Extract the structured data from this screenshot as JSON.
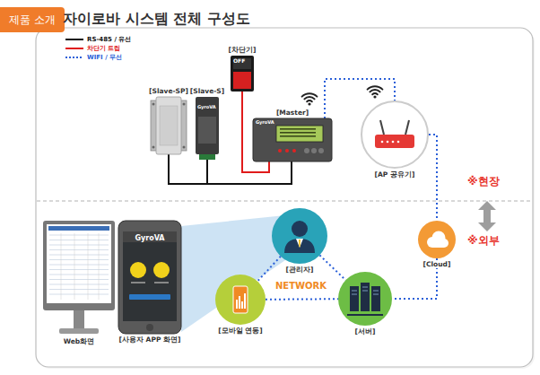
{
  "diagram": {
    "title": "자이로바 시스템 전체 구성도",
    "nodes": [
      {
        "text": [
          "제품 소개"
        ]
      },
      {
        "text": [
          "[차단기]"
        ]
      },
      {
        "text": [
          "[Slave-SP]"
        ]
      },
      {
        "text": [
          "[Slave-S]"
        ]
      },
      {
        "text": [
          "[Master]"
        ]
      },
      {
        "text": [
          "[AP 공유기]"
        ]
      },
      {
        "text": [
          "[관리자]"
        ]
      },
      {
        "text": [
          "[Cloud]"
        ]
      },
      {
        "text": [
          "Web화면"
        ]
      },
      {
        "text": [
          "[사용자 APP 화면]"
        ]
      },
      {
        "text": [
          "[모바일 연동]"
        ]
      },
      {
        "text": [
          "[서버]"
        ]
      }
    ],
    "edges": [
      {
        "from": 2,
        "to": 4,
        "arrow": "none"
      },
      {
        "from": 3,
        "to": 4,
        "arrow": "none"
      },
      {
        "from": 1,
        "to": 4,
        "arrow": "none"
      },
      {
        "from": 4,
        "to": 5,
        "arrow": "none"
      },
      {
        "from": 5,
        "to": 7,
        "arrow": "none"
      },
      {
        "from": 7,
        "to": 11,
        "arrow": "none"
      },
      {
        "from": 6,
        "to": 11,
        "arrow": "none"
      },
      {
        "from": 6,
        "to": 10,
        "arrow": "none"
      },
      {
        "from": 10,
        "to": 11,
        "arrow": "none"
      }
    ],
    "labels": [
      "OFF",
      "GyroVA",
      "GyroVA",
      "※현장",
      "※외부",
      "GyroVA",
      "NETWORK"
    ],
    "legend": [
      {
        "text": "RS-485 / 유선"
      },
      {
        "text": "차단기 트립"
      },
      {
        "text": "WIFI / 무선"
      }
    ]
  }
}
